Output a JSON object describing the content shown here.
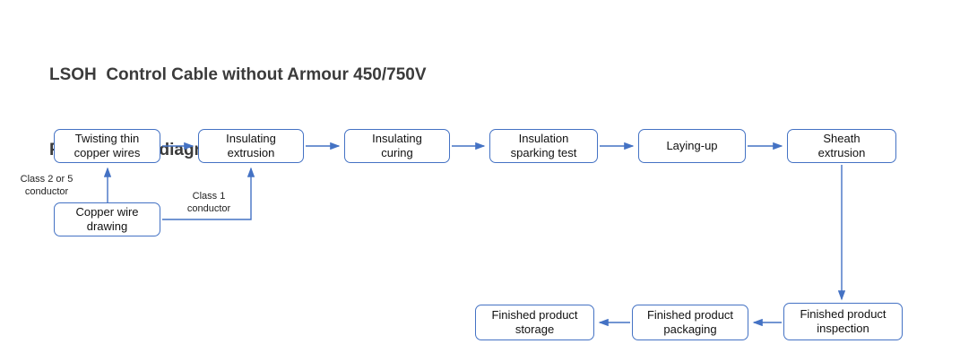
{
  "title": {
    "line1": "LSOH  Control Cable without Armour 450/750V",
    "line2": "Process flow diagram"
  },
  "colors": {
    "accent": "#4472C4",
    "title_text": "#3B3B3B",
    "box_background": "#FFFFFF"
  },
  "nodes": {
    "twisting": "Twisting thin\ncopper wires",
    "insulating_extrusion": "Insulating\nextrusion",
    "insulating_curing": "Insulating\ncuring",
    "sparking_test": "Insulation\nsparking test",
    "laying_up": "Laying-up",
    "sheath_extrusion": "Sheath\nextrusion",
    "copper_wire_drawing": "Copper wire\ndrawing",
    "finished_storage": "Finished product\nstorage",
    "finished_packaging": "Finished product\npackaging",
    "finished_inspection": "Finished product\ninspection"
  },
  "annotations": {
    "class_2_or_5": "Class 2 or 5\nconductor",
    "class_1": "Class 1\nconductor"
  }
}
